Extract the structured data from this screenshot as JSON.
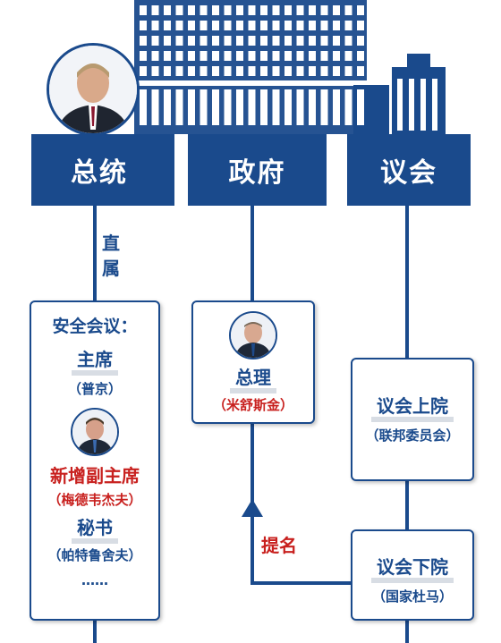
{
  "colors": {
    "primary": "#1a4a8c",
    "accent": "#c8201e"
  },
  "headers": {
    "president": "总统",
    "government": "政府",
    "parliament": "议会"
  },
  "labels": {
    "direct": "直属",
    "nominate": "提名"
  },
  "security_council": {
    "title": "安全会议：",
    "chair_title": "主席",
    "chair_name": "（普京）",
    "deputy_title": "新增副主席",
    "deputy_name": "（梅德韦杰夫）",
    "secretary_title": "秘书",
    "secretary_name": "（帕特鲁舍夫）",
    "ellipsis": "……"
  },
  "premier": {
    "title": "总理",
    "name": "（米舒斯金）"
  },
  "upper_house": {
    "title": "议会上院",
    "name": "（联邦委员会）"
  },
  "lower_house": {
    "title": "议会下院",
    "name": "（国家杜马）"
  }
}
